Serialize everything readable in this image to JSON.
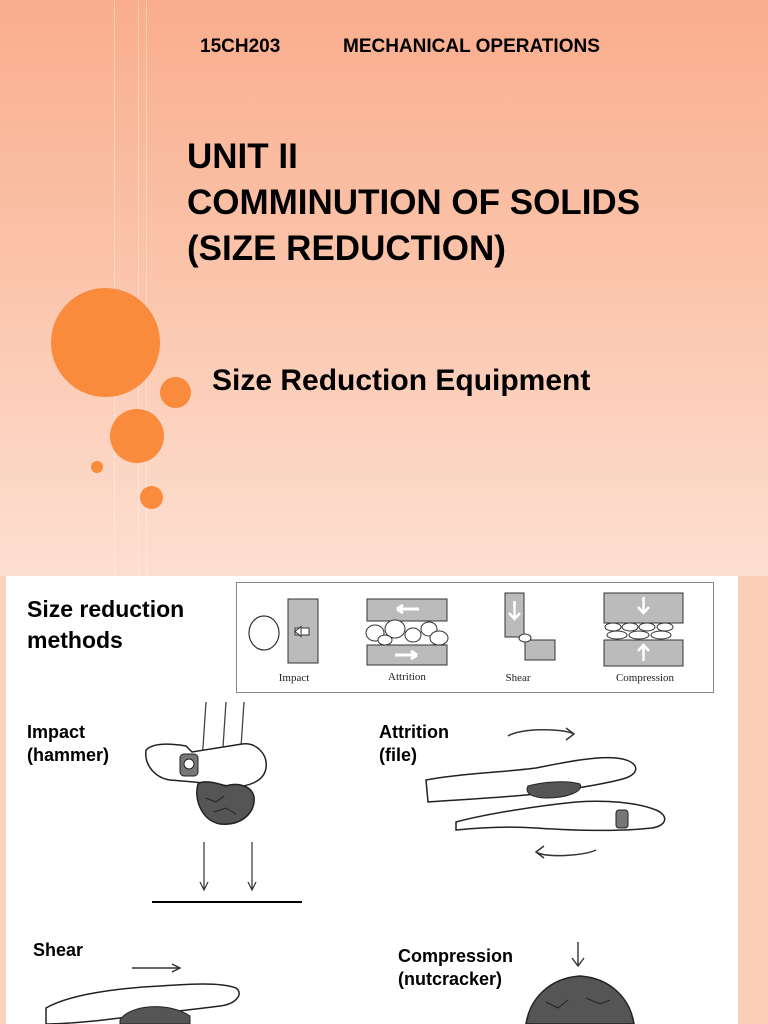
{
  "slide1": {
    "course_code": "15CH203",
    "course_name": "MECHANICAL OPERATIONS",
    "unit_lines": [
      "UNIT II",
      "COMMINUTION OF SOLIDS",
      "(SIZE REDUCTION)"
    ],
    "subtitle": "Size Reduction Equipment",
    "colors": {
      "accent": "#fa8a3c",
      "background_top": "#f9ad8d",
      "background_bottom": "#fddfd1"
    }
  },
  "slide2": {
    "title_lines": [
      "Size reduction",
      "methods"
    ],
    "diagram_labels": [
      "Impact",
      "Attrition",
      "Shear",
      "Compression"
    ],
    "captions": {
      "impact": [
        "Impact",
        "(hammer)"
      ],
      "attrition": [
        "Attrition",
        "(file)"
      ],
      "shear": [
        "Shear"
      ],
      "compression": [
        "Compression",
        "(nutcracker)"
      ]
    },
    "icons": [
      "hammer-hand-illustration",
      "file-hands-illustration",
      "shear-hand-illustration",
      "nutcracker-illustration"
    ]
  }
}
